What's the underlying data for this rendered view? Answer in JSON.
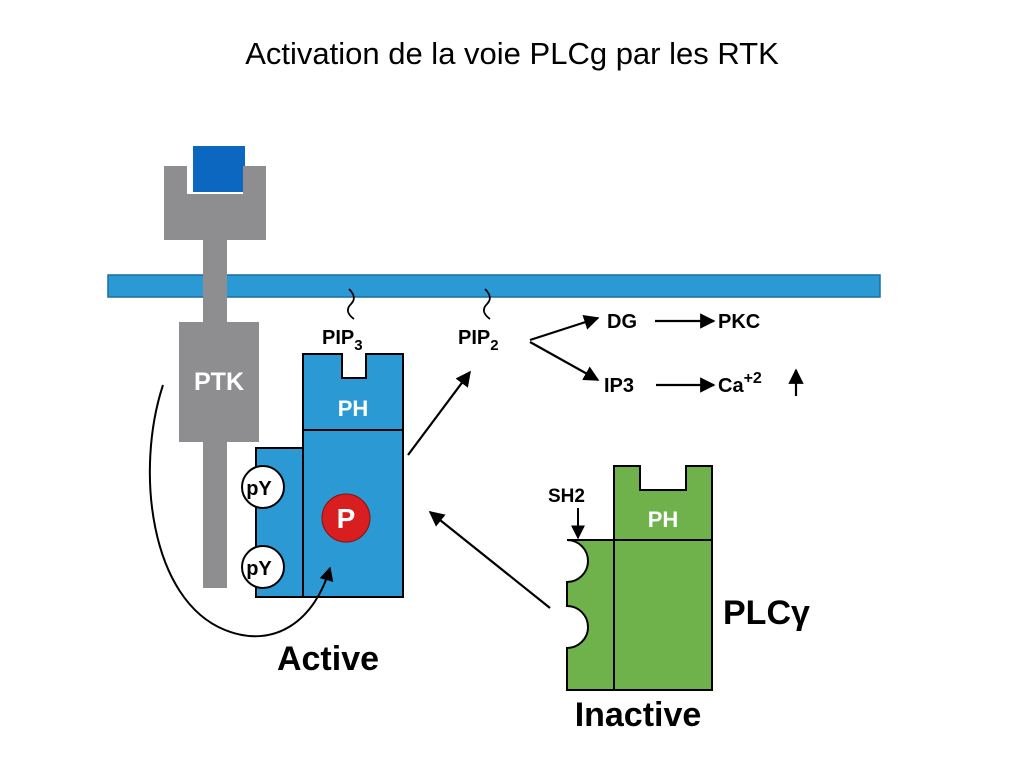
{
  "title": "Activation de la voie PLCg par les RTK",
  "colors": {
    "membrane": "#2b9ad4",
    "receptor": "#8e8e90",
    "ligand": "#0b67c0",
    "plc_active": "#2b9ad4",
    "plc_inactive": "#6fb24c",
    "phospho": "#d81e1e"
  },
  "labels": {
    "ptk": "PTK",
    "py_top": "pY",
    "py_bottom": "pY",
    "ph_active": "PH",
    "p": "P",
    "active": "Active",
    "pip3_base": "PIP",
    "pip3_sub": "3",
    "pip2_base": "PIP",
    "pip2_sub": "2",
    "dg": "DG",
    "pkc": "PKC",
    "ip3": "IP3",
    "ca_base": "Ca",
    "ca_sup": "+2",
    "sh2": "SH2",
    "ph_inactive": "PH",
    "plc": "PLCγ",
    "inactive": "Inactive"
  }
}
